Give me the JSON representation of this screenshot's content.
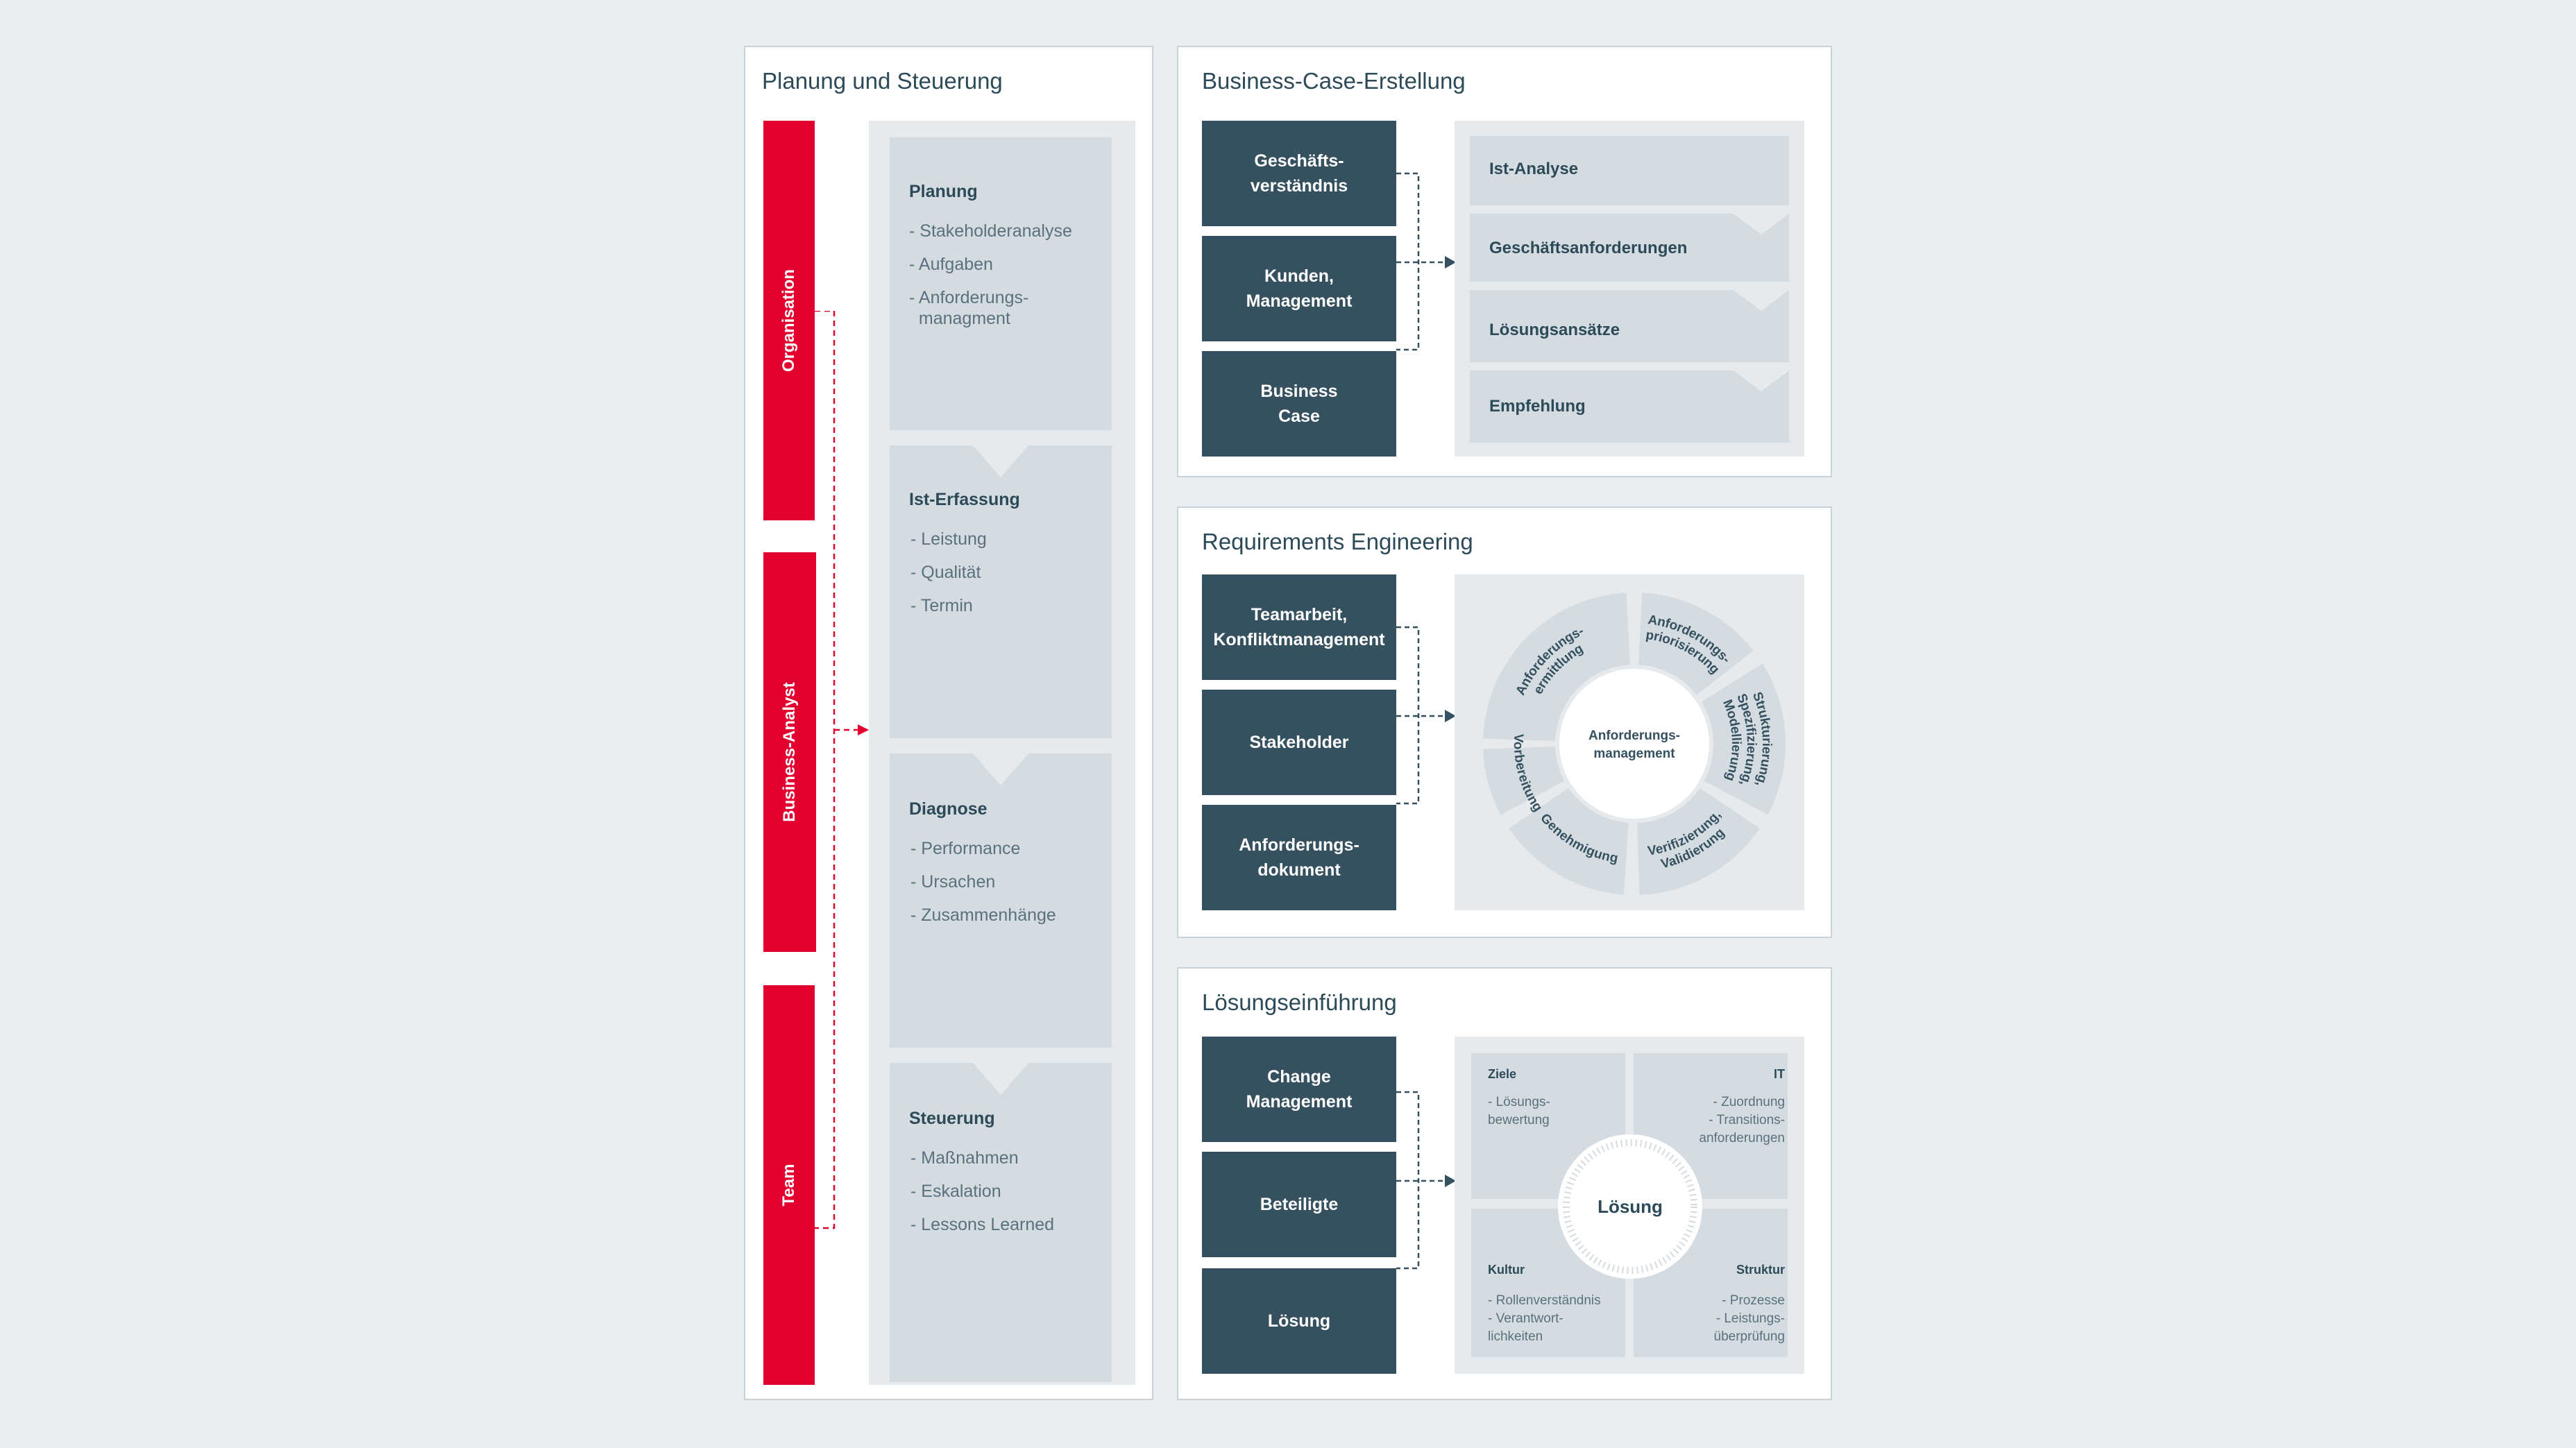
{
  "left_panel": {
    "title": "Planung und Steuerung",
    "roles": [
      "Organisation",
      "Business-Analyst",
      "Team"
    ],
    "phases": [
      {
        "title": "Planung",
        "items": [
          "- Stakeholderanalyse",
          "- Aufgaben",
          "- Anforderungs-",
          "  managment"
        ]
      },
      {
        "title": "Ist-Erfassung",
        "items": [
          "- Leistung",
          "- Qualität",
          "- Termin"
        ]
      },
      {
        "title": "Diagnose",
        "items": [
          "- Performance",
          "- Ursachen",
          "- Zusammenhänge"
        ]
      },
      {
        "title": "Steuerung",
        "items": [
          "- Maßnahmen",
          "- Eskalation",
          "- Lessons Learned"
        ]
      }
    ]
  },
  "business_case": {
    "title": "Business-Case-Erstellung",
    "inputs": [
      "Geschäfts-\nverständnis",
      "Kunden,\nManagement",
      "Business\nCase"
    ],
    "steps": [
      "Ist-Analyse",
      "Geschäftsanforderungen",
      "Lösungsansätze",
      "Empfehlung"
    ]
  },
  "requirements": {
    "title": "Requirements Engineering",
    "inputs": [
      "Teamarbeit,\nKonfliktmanagement",
      "Stakeholder",
      "Anforderungs-\ndokument"
    ],
    "center": [
      "Anforderungs-",
      "management"
    ],
    "segments": [
      [
        "Anforderungs-",
        "ermittlung"
      ],
      [
        "Anforderungs-",
        "priorisierung"
      ],
      [
        "Strukturierung,",
        "Spezifizierung,",
        "Modellierung"
      ],
      [
        "Verifizierung,",
        "Validierung"
      ],
      [
        "Genehmigung"
      ],
      [
        "Vorbereitung"
      ]
    ]
  },
  "solution": {
    "title": "Lösungseinführung",
    "inputs": [
      "Change\nManagement",
      "Beteiligte",
      "Lösung"
    ],
    "center": "Lösung",
    "quadrants": [
      {
        "title": "Ziele",
        "items": "- Lösungs-\n  bewertung"
      },
      {
        "title": "IT",
        "items": "- Zuordnung\n- Transitions-\nanforderungen"
      },
      {
        "title": "Kultur",
        "items": "- Rollenverständnis\n- Verantwort-\n  lichkeiten"
      },
      {
        "title": "Struktur",
        "items": "- Prozesse\n- Leistungs-\nüberprüfung"
      }
    ]
  },
  "colors": {
    "red": "#e2002f",
    "dark": "#35505e",
    "light": "#d4dce1",
    "bg": "#e9edef"
  }
}
